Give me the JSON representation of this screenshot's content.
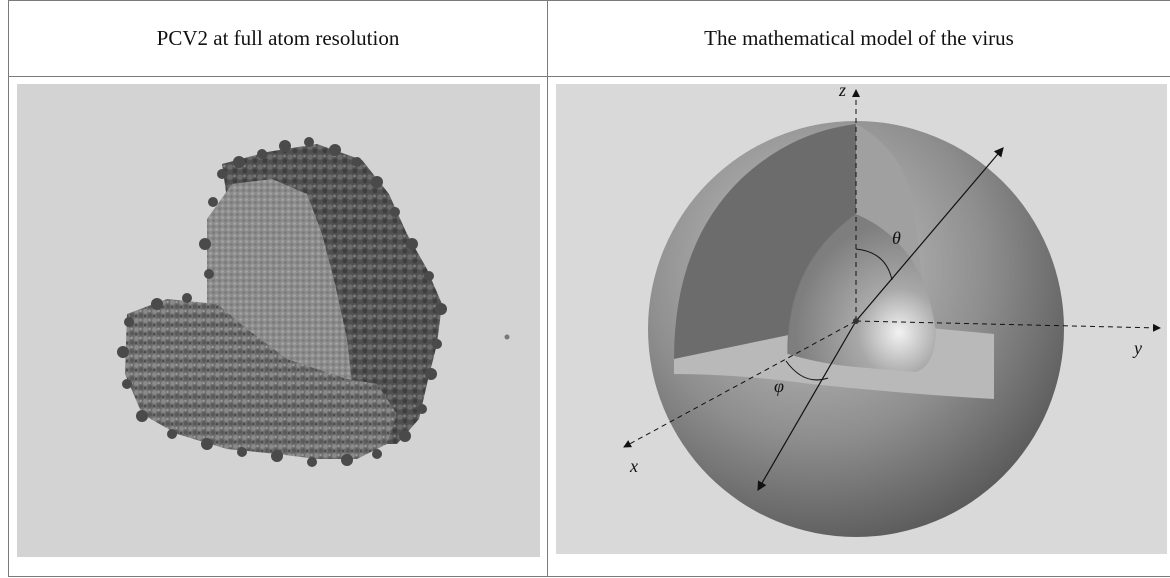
{
  "headers": {
    "left": "PCV2 at full atom resolution",
    "right": "The mathematical model of the virus"
  },
  "axis_labels": {
    "x": "x",
    "y": "y",
    "z": "z",
    "theta": "θ",
    "phi": "φ"
  },
  "colors": {
    "panel_bg_left": "#d3d3d3",
    "panel_bg_right": "#d9d9d9",
    "border": "#7a7a7a"
  }
}
